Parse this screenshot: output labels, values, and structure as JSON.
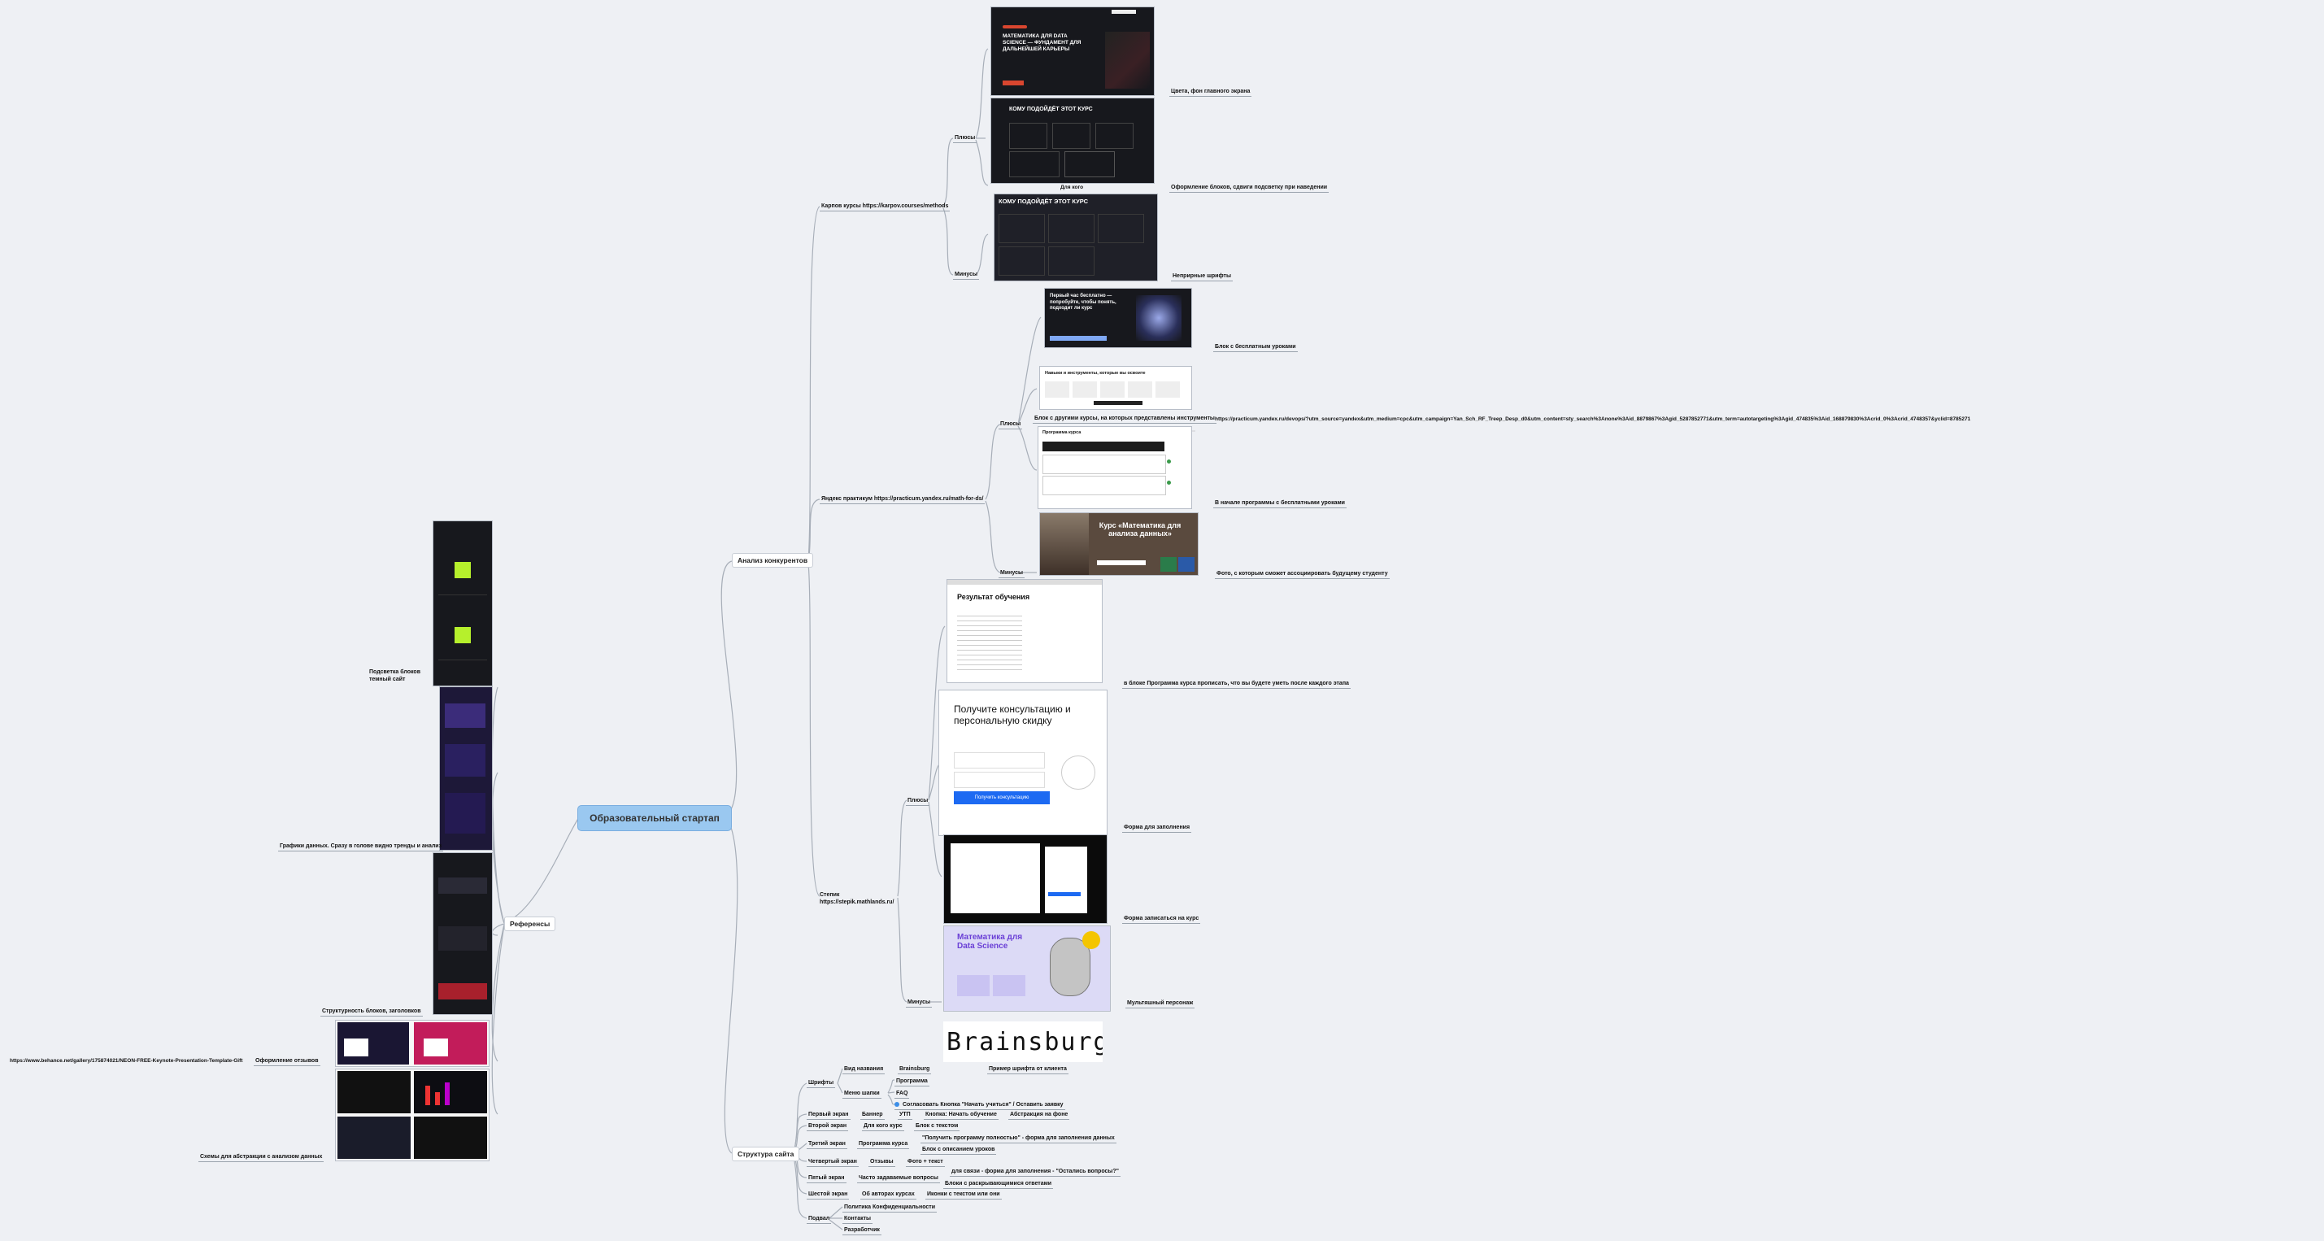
{
  "root": "Образовательный стартап",
  "branches": {
    "analysis": "Анализ конкурентов",
    "structure": "Структура сайта",
    "references": "Референсы"
  },
  "competitors": {
    "karpov": {
      "label": "Карпов курсы https://karpov.courses/methods",
      "plus": "Плюсы",
      "minus": "Минусы",
      "notes": [
        "Цвета, фон главного экрана",
        "Оформление блоков, сдвиги подсветку при наведении",
        "Неприрные шрифты"
      ],
      "caption": "Для кого",
      "hero_title": "МАТЕМАТИКА ДЛЯ DATA SCIENCE — ФУНДАМЕНТ ДЛЯ ДАЛЬНЕЙШЕЙ КАРЬЕРЫ",
      "who_title": "КОМУ ПОДОЙДЁТ ЭТОТ КУРС"
    },
    "yandex": {
      "label": "Яндекс практикум https://practicum.yandex.ru/math-for-ds/",
      "plus": "Плюсы",
      "minus": "Минусы",
      "notes": [
        "Блок с бесплатным уроками",
        "Блок с другими курсы, на которых представлены инструменты",
        "В начале программы с бесплатными уроками",
        "Фото, с которым сможет ассоциировать будущему студенту"
      ],
      "url": "https://practicum.yandex.ru/devops/?utm_source=yandex&utm_medium=cpc&utm_campaign=Yan_Sch_RF_Treep_Desp_d0&utm_content=sty_search%3Anone%3Aid_8879867%3Agid_5287852771&utm_term=autotargeting%3Agid_474835%3Aid_168879830%3Acrid_0%3Acrid_4748357&yclid=8785271",
      "free_title": "Первый час бесплатно — попробуйте, чтобы понять, подходит ли курс",
      "skills_title": "Навыки и инструменты, которые вы освоите",
      "program_title": "Программа курса",
      "photo_title": "Курс «Математика для анализа данных»"
    },
    "stepik": {
      "label": "Степик https://stepik.mathlands.ru/",
      "plus": "Плюсы",
      "minus": "Минусы",
      "notes": [
        "в блоке Программа курса прописать, что вы будете уметь после каждого этапа",
        "Форма для заполнения",
        "Форма записаться на курс",
        "Мультяшный персонаж"
      ],
      "result_title": "Результат обучения",
      "consult_title": "Получите консультацию и персональную скидку",
      "consult_btn": "Получить консультацию",
      "math_title": "Математика для Data Science"
    }
  },
  "structure": {
    "font": {
      "label": "Шрифты",
      "size": "Вид названия",
      "name": "Brainsburg",
      "example": "Пример шрифта от клиента",
      "logo": "Brainsburg"
    },
    "menu": {
      "label": "Меню шапки",
      "items": [
        "Программа",
        "FAQ",
        "Согласовать Кнопка \"Начать учиться\" / Оставить заявку"
      ]
    },
    "screens": [
      {
        "label": "Первый экран",
        "a": "Баннер",
        "b": "УТП",
        "c": "Кнопка: Начать обучение",
        "d": "Абстракция на фоне"
      },
      {
        "label": "Второй экран",
        "a": "Для кого курс",
        "b": "Блок с текстом"
      },
      {
        "label": "Третий экран",
        "a": "Программа курса",
        "b": "\"Получить программу полностью\" - форма для заполнения данных",
        "c": "Блок с описанием уроков"
      },
      {
        "label": "Четвертый экран",
        "a": "Отзывы",
        "b": "Фото + текст"
      },
      {
        "label": "Пятый экран",
        "a": "Часто задаваемые вопросы",
        "b": "для связи - форма для заполнения - \"Остались вопросы?\"",
        "c": "Блоки с раскрывающимися ответами"
      },
      {
        "label": "Шестой экран",
        "a": "Об авторах курсах",
        "b": "Иконки с текстом или они"
      }
    ],
    "footer": {
      "label": "Подвал",
      "items": [
        "Политика Конфиденциальности",
        "Контакты",
        "Разработчик"
      ]
    }
  },
  "references": {
    "items": [
      {
        "label": "Подсветка блоков темный сайт"
      },
      {
        "label": "Графики данных. Сразу в голове видно тренды и анализ"
      },
      {
        "label": "Структурность блоков, заголовков"
      },
      {
        "label": "Оформление отзывов",
        "url": "https://www.behance.net/gallery/175874021/NEON-FREE-Keynote-Presentation-Template-Gift"
      },
      {
        "label": "Схемы для абстракции с анализом данных"
      }
    ]
  },
  "colors": {
    "root_bg": "#9ac8f0",
    "line": "#9aa3ad",
    "bg": "#eef0f4",
    "accent_red": "#d9462f",
    "accent_blue": "#1d6af2"
  }
}
